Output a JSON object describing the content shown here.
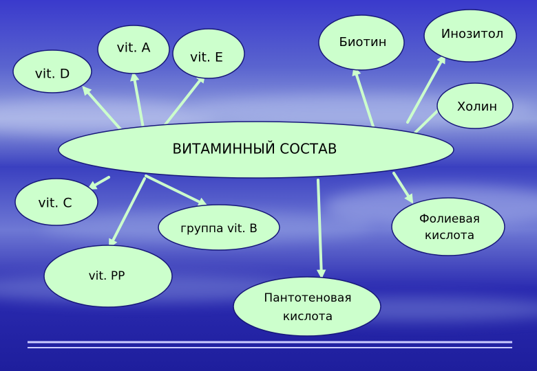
{
  "center": "ВИТАМИННЫЙ СОСТАВ",
  "nodes": {
    "vit_d": "vit. D",
    "vit_a": "vit. A",
    "vit_e": "vit. E",
    "biotin": "Биотин",
    "inositol": "Инозитол",
    "choline": "Холин",
    "vit_c": "vit. C",
    "group_b": "группа vit. B",
    "folic_1": "Фолиевая",
    "folic_2": "кислота",
    "vit_pp": "vit. PP",
    "panto_1": "Пантотеновая",
    "panto_2": "кислота"
  },
  "colors": {
    "node_fill": "#ccffcc",
    "node_stroke": "#17177a",
    "arrow": "#ccffcc",
    "background_top": "#8a9ad8",
    "background_bottom": "#1a1a9a"
  }
}
